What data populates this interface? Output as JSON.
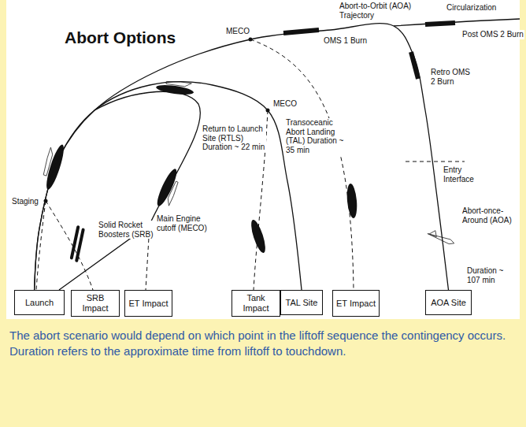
{
  "diagram": {
    "title": "Abort Options",
    "caption": "The abort scenario would depend on which point in the liftoff sequence the contingency occurs. Duration refers to the approximate time from liftoff to touchdown.",
    "nodes": [
      {
        "text": [
          "Launch"
        ]
      },
      {
        "text": [
          "SRB Impact"
        ]
      },
      {
        "text": [
          "ET Impact"
        ]
      },
      {
        "text": [
          "Tank Impact"
        ]
      },
      {
        "text": [
          "TAL Site"
        ]
      },
      {
        "text": [
          "ET Impact"
        ]
      },
      {
        "text": [
          "AOA Site"
        ]
      }
    ],
    "edges": [
      {
        "from": 0,
        "to": 4,
        "arrow": "none"
      },
      {
        "from": 0,
        "to": 6,
        "arrow": "none"
      }
    ],
    "labels": [
      "MECO",
      "OMS 1 Burn",
      "Abort-to-Orbit (AOA) Trajectory",
      "Circularization",
      "Post OMS 2 Burn",
      "Retro OMS 2 Burn",
      "Return to Launch Site (RTLS) Duration ~ 22 min",
      "MECO",
      "Transoceanic Abort Landing (TAL) Duration ~ 35 min",
      "Entry Interface",
      "Staging",
      "Solid Rocket Boosters (SRB)",
      "Main Engine cutoff (MECO)",
      "Abort-once-Around (AOA)",
      "Duration ~ 107 min"
    ]
  }
}
